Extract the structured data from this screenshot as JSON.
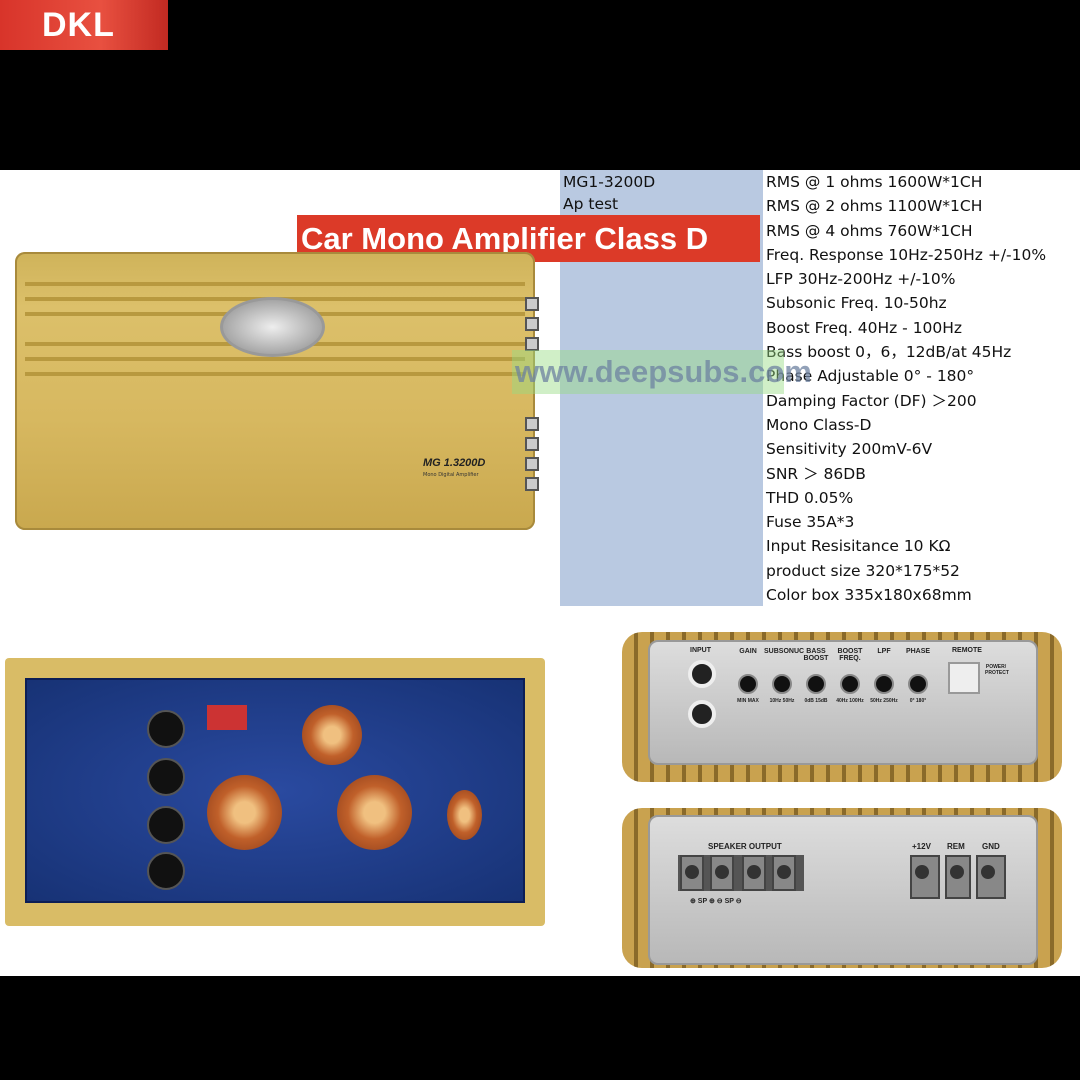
{
  "brand_logo": "DKL",
  "model": "MG1-3200D",
  "ap_test": "Ap test",
  "banner_title": "Car Mono Amplifier Class D",
  "watermark": "www.deepsubs.com",
  "specs": [
    "RMS @ 1 ohms 1600W*1CH",
    "RMS @ 2 ohms 1100W*1CH",
    "RMS @ 4 ohms 760W*1CH",
    "Freq. Response 10Hz-250Hz +/-10%",
    "LFP 30Hz-200Hz +/-10%",
    "Subsonic Freq. 10-50hz",
    "Boost Freq. 40Hz - 100Hz",
    "Bass boost 0，6，12dB/at 45Hz",
    "Phase Adjustable 0°  - 180°",
    "Damping Factor (DF) ＞200",
    "Mono Class-D",
    "Sensitivity 200mV-6V",
    "SNR ＞ 86DB",
    "THD 0.05%",
    "Fuse 35A*3",
    "Input Resisitance 10 KΩ",
    "product size 320*175*52",
    "Color box 335x180x68mm"
  ],
  "amp_label": "MG 1.3200D",
  "amp_sublabel": "Mono Digital Amplifier",
  "front_panel": {
    "input": "INPUT",
    "controls": [
      {
        "name": "GAIN",
        "range": "MIN   MAX"
      },
      {
        "name": "SUBSONUC",
        "range": "10Hz  50Hz"
      },
      {
        "name": "BASS BOOST",
        "range": "0dB  15dB"
      },
      {
        "name": "BOOST FREQ.",
        "range": "40Hz 100Hz"
      },
      {
        "name": "LPF",
        "range": "50Hz 250Hz"
      },
      {
        "name": "PHASE",
        "range": "0°   180°"
      }
    ],
    "remote": "REMOTE",
    "power": "POWER/ PROTECT"
  },
  "rear_panel": {
    "speaker_output": "SPEAKER OUTPUT",
    "sp_labels": "⊕ SP ⊕  ⊖ SP ⊖",
    "plus12": "+12V",
    "rem": "REM",
    "gnd": "GND"
  }
}
